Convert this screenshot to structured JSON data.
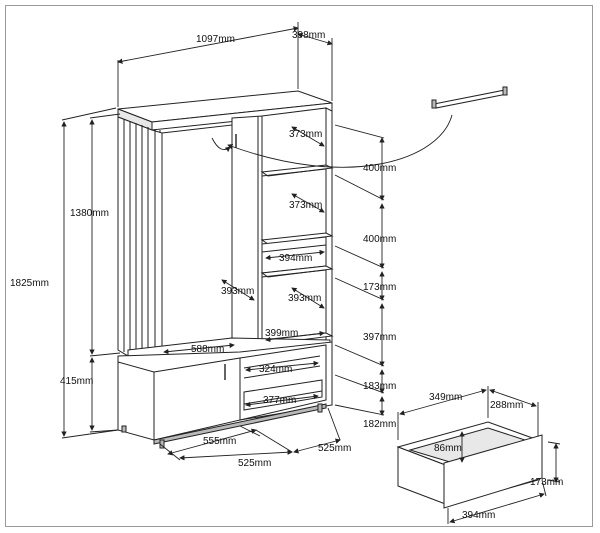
{
  "dimensions": {
    "width_top": "1097mm",
    "depth_top": "398mm",
    "height_total": "1825mm",
    "height_upper": "1380mm",
    "height_lower": "415mm",
    "shelf_depth_1": "373mm",
    "shelf_depth_2": "373mm",
    "shelf_depth_3": "393mm",
    "inner_depth_left": "393mm",
    "rail_length": "394mm",
    "shelf_width": "399mm",
    "hang_width": "588mm",
    "drawer_space_depth": "324mm",
    "drawer_space_depth_2": "377mm",
    "bottom_width_left": "555mm",
    "bottom_width_mid": "525mm",
    "bottom_width_right": "525mm",
    "comp_h_1": "400mm",
    "comp_h_2": "400mm",
    "comp_h_3": "173mm",
    "comp_h_4": "397mm",
    "comp_h_5": "183mm",
    "comp_h_6": "182mm",
    "drawer_inner_width": "349mm",
    "drawer_inner_depth": "288mm",
    "drawer_inner_height": "86mm",
    "drawer_height": "173mm",
    "drawer_width": "394mm"
  }
}
